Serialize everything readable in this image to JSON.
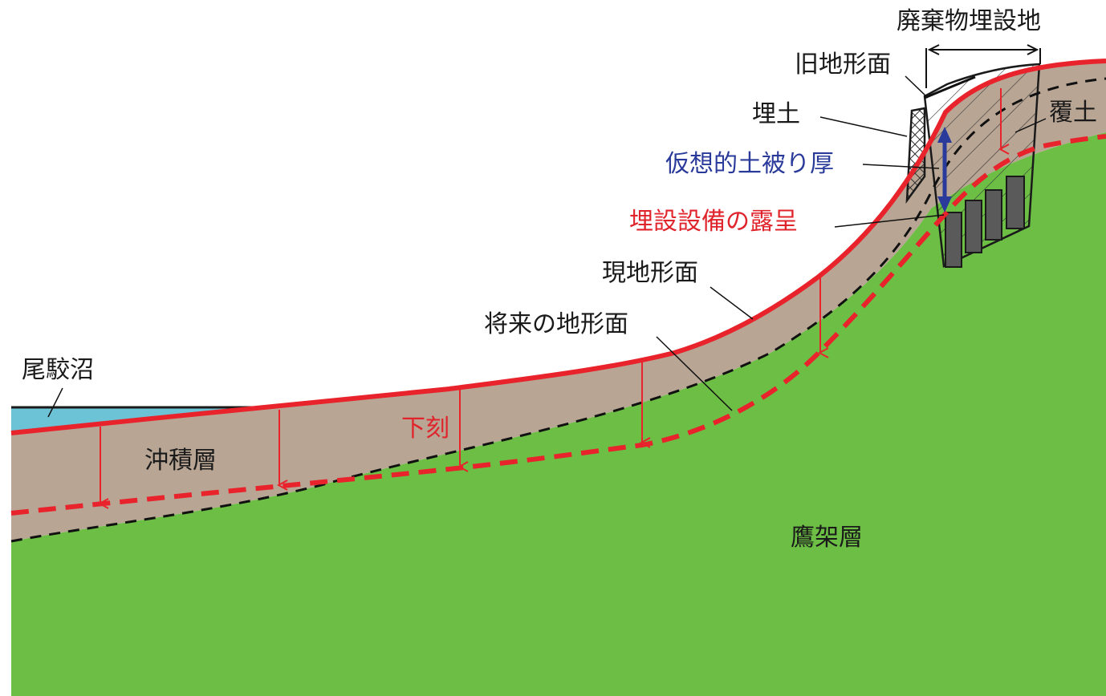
{
  "colors": {
    "green_layer": "#6dbe45",
    "alluvium_layer": "#b8a594",
    "water": "#6cc3d5",
    "current_surface_line": "#e8232b",
    "future_surface_line": "#e8232b",
    "incision_arrows": "#e8232b",
    "virtual_cover_arrow": "#2a3a9a",
    "facility_blocks": "#5a5a5a"
  },
  "labels": {
    "waste_site": "廃棄物埋設地",
    "old_surface": "旧地形面",
    "fill": "埋土",
    "cover_soil": "覆土",
    "virtual_cover": "仮想的土被り厚",
    "exposure": "埋設設備の露呈",
    "current_surface": "現地形面",
    "future_surface": "将来の地形面",
    "pond": "尾駮沼",
    "incision": "下刻",
    "alluvium": "沖積層",
    "takahoko": "鷹架層"
  },
  "icons": {
    "incision_arrow": "down-arrow-icon",
    "cover_arrow": "double-arrow-icon",
    "waste_site_span": "dimension-arrow-icon"
  }
}
